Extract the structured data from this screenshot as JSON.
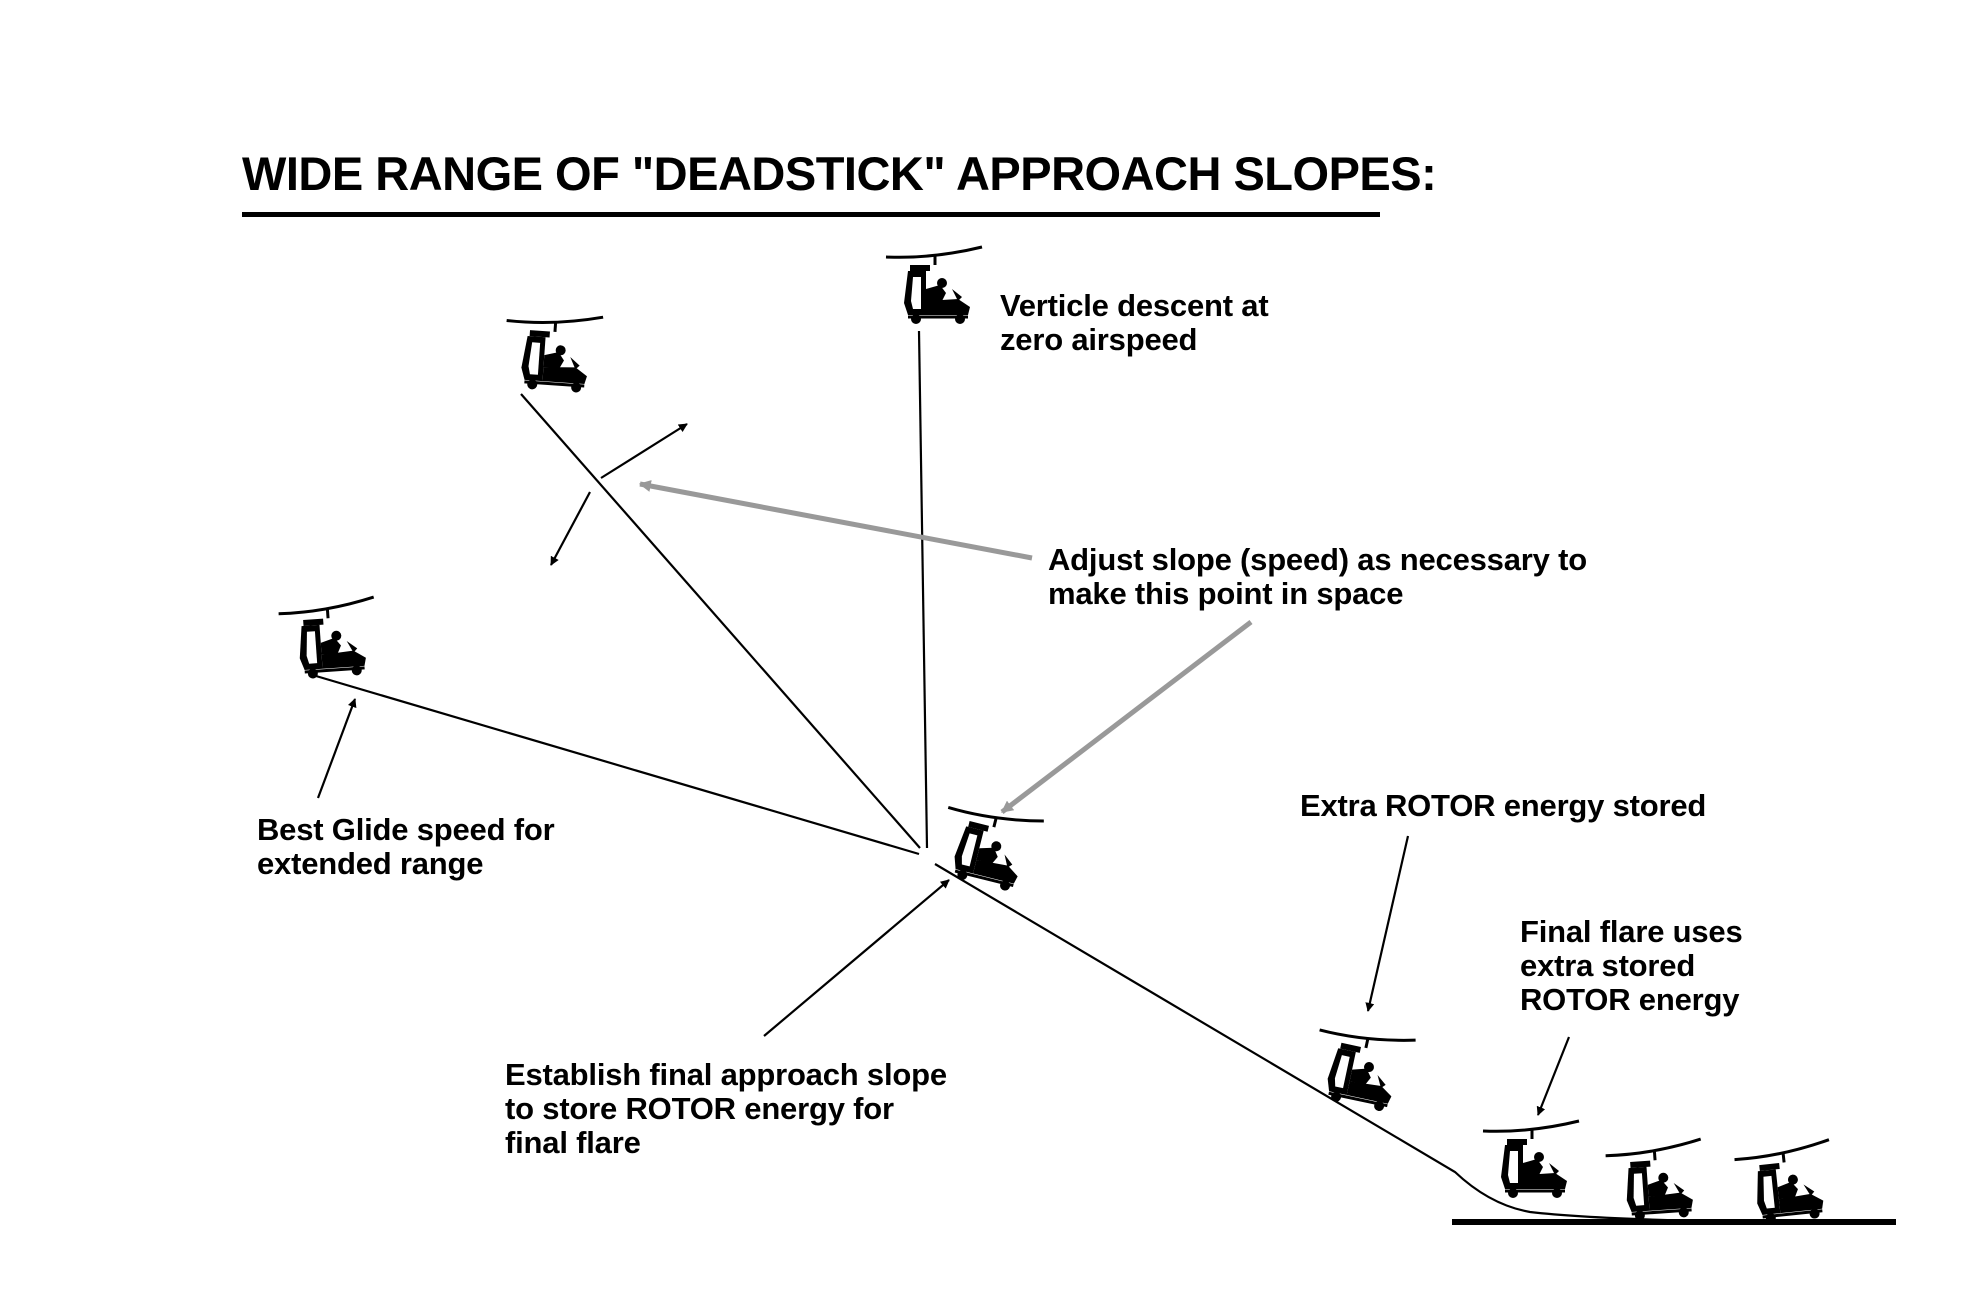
{
  "title": "WIDE RANGE OF \"DEADSTICK\" APPROACH SLOPES:",
  "labels": {
    "vertical_descent": [
      "Verticle descent at",
      "zero airspeed"
    ],
    "adjust_slope": [
      "Adjust slope (speed) as necessary to",
      "make this point in space"
    ],
    "best_glide": [
      "Best Glide speed for",
      "extended range"
    ],
    "final_approach": [
      "Establish final approach slope",
      "to store ROTOR energy for",
      "final flare"
    ],
    "extra_energy": [
      "Extra ROTOR energy stored"
    ],
    "final_flare": [
      "Final flare uses",
      "extra stored",
      "ROTOR energy"
    ]
  },
  "colors": {
    "ink": "#000000",
    "pointer_gray": "#999999",
    "background": "#ffffff"
  },
  "icons": [
    "gyroplane-icon"
  ]
}
